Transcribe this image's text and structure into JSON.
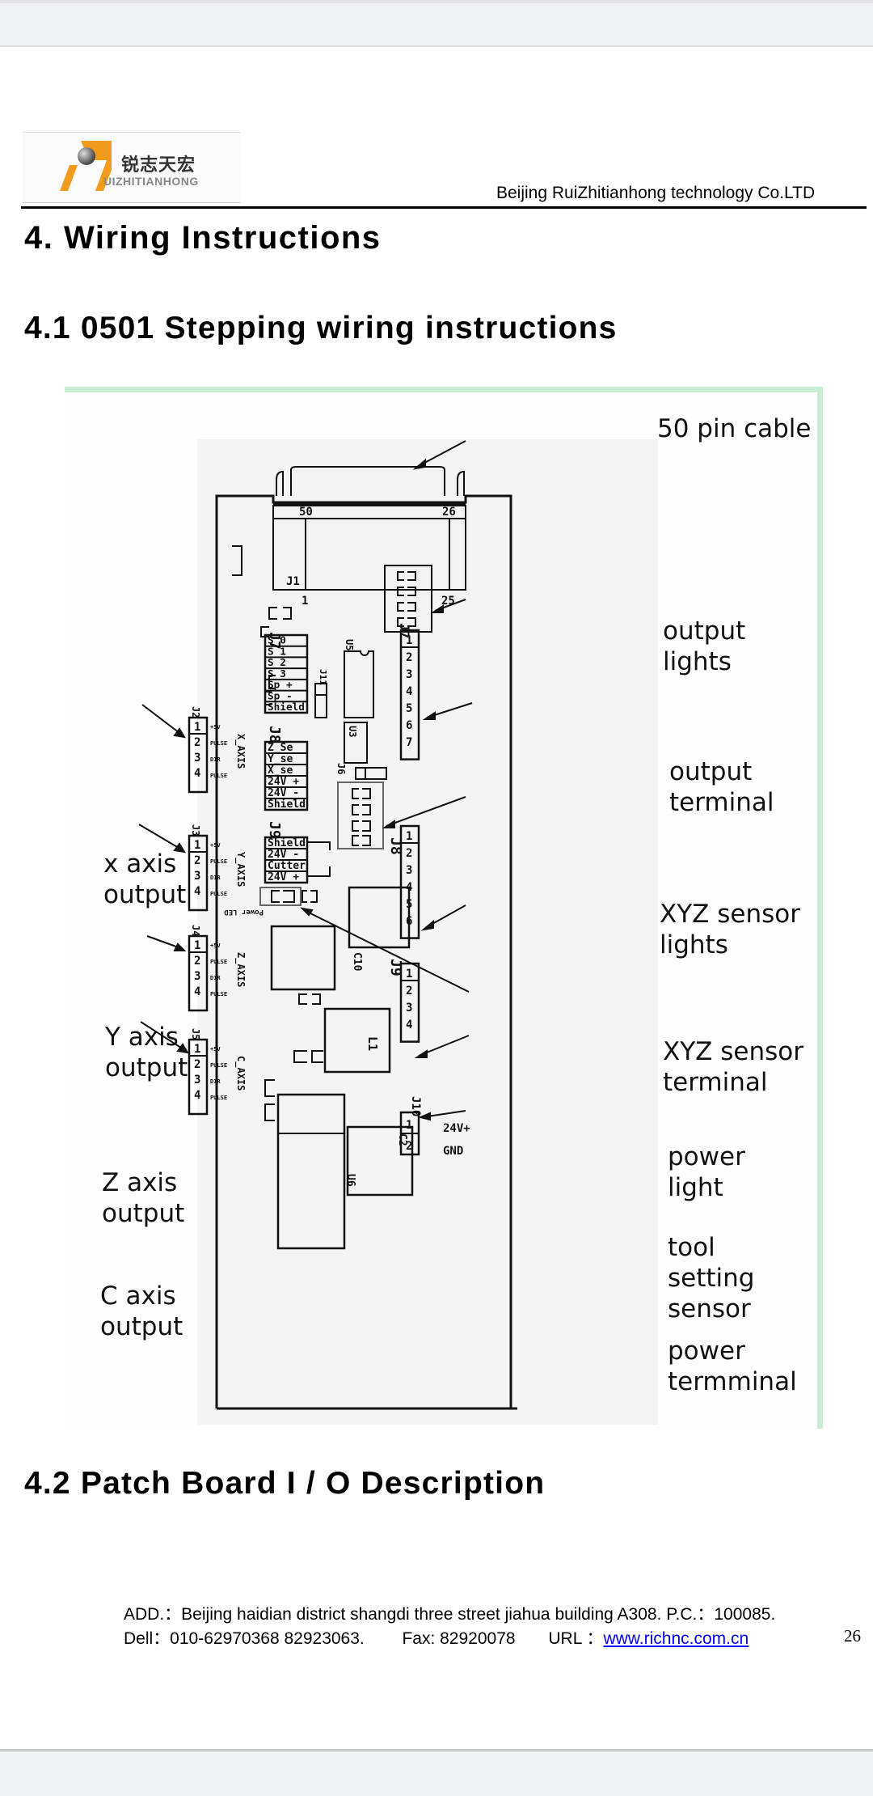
{
  "header": {
    "logo_cn": "锐志天宏",
    "logo_en": "UIZHITIANHONG",
    "company": "Beijing RuiZhitianhong technology Co.LTD"
  },
  "headings": {
    "section": "4. Wiring Instructions",
    "subsection_1": "4.1 0501 Stepping wiring instructions",
    "subsection_2": "4.2 Patch Board I / O Description"
  },
  "diagram": {
    "callouts": {
      "pin_cable": "50 pin cable",
      "output_lights": "output\nlights",
      "output_terminal": "output\nterminal",
      "xyz_sensor_lights": "XYZ sensor\nlights",
      "xyz_sensor_terminal": "XYZ sensor\nterminal",
      "power_light": "power\nlight",
      "tool_setting_sensor": "tool\nsetting\nsensor",
      "power_terminal": "power\ntermminal",
      "x_axis_output": "x axis\noutput",
      "y_axis_output": "Y axis\noutput",
      "z_axis_output": "Z axis\noutput",
      "c_axis_output": "C axis\noutput"
    },
    "connector_j1": {
      "label": "J1",
      "pin_50": "50",
      "pin_26": "26",
      "pin_1": "1",
      "pin_25": "25"
    },
    "j7_block": {
      "label": "J7",
      "rows": [
        "S 0",
        "S 1",
        "S 2",
        "S 3",
        "Sp +",
        "Sp -",
        "Shield"
      ]
    },
    "j8_block": {
      "label": "J8",
      "rows": [
        "Z_Se",
        "Y_se",
        "X_se",
        "24V +",
        "24V -",
        "Shield"
      ]
    },
    "j9_block": {
      "label": "J9",
      "rows": [
        "Shield",
        "24V -",
        "Cutter",
        "24V +"
      ]
    },
    "output_terminal": {
      "label": "J7",
      "pins": [
        "1",
        "2",
        "3",
        "4",
        "5",
        "6",
        "7"
      ]
    },
    "sensor_terminal": {
      "label": "J8",
      "pins": [
        "1",
        "2",
        "3",
        "4",
        "5",
        "6"
      ]
    },
    "tool_terminal": {
      "label": "J9",
      "pins": [
        "1",
        "2",
        "3",
        "4"
      ]
    },
    "power_terminal": {
      "label": "J10",
      "pins": [
        "1",
        "2"
      ],
      "pin_1_label": "24V+",
      "pin_2_label": "GND"
    },
    "axis_connectors": [
      {
        "label": "J2",
        "axis": "X_AXIS",
        "pins": [
          "1",
          "2",
          "3",
          "4"
        ]
      },
      {
        "label": "J3",
        "axis": "Y_AXIS",
        "pins": [
          "1",
          "2",
          "3",
          "4"
        ]
      },
      {
        "label": "J4",
        "axis": "Z_AXIS",
        "pins": [
          "1",
          "2",
          "3",
          "4"
        ]
      },
      {
        "label": "J5",
        "axis": "C_AXIS",
        "pins": [
          "1",
          "2",
          "3",
          "4"
        ]
      }
    ],
    "axis_pin_labels": [
      "+5V",
      "PULSE",
      "DIR",
      "PULSE"
    ],
    "components": {
      "u5": "U5",
      "u3": "U3",
      "j11": "J11",
      "j6": "J6",
      "c10": "C10",
      "c2": "C2",
      "l1": "L1",
      "u6": "U6",
      "power_led": "Power LED"
    }
  },
  "footer": {
    "address": "ADD.：Beijing haidian district shangdi three street jiahua building A308. P.C.：100085.",
    "phone": "Dell：010-62970368 82923063.",
    "fax": "Fax: 82920078",
    "url_label": "URL ：",
    "url": "www.richnc.com.cn",
    "page_number": "26"
  }
}
